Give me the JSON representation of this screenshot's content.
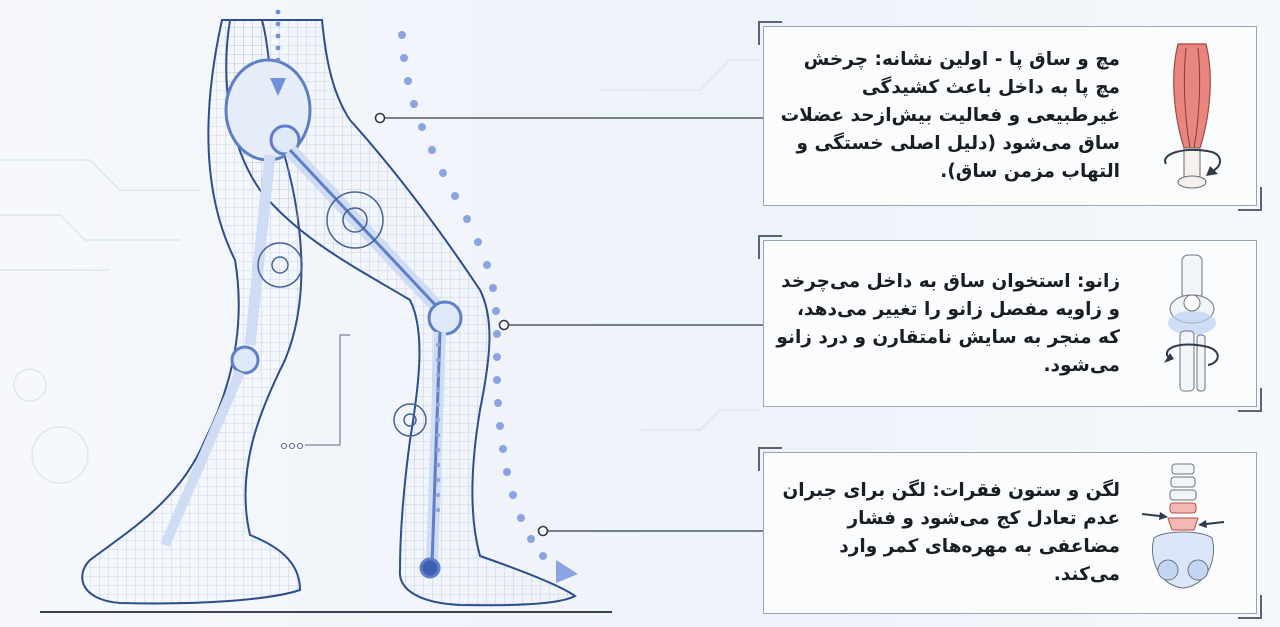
{
  "callouts": [
    {
      "text": "مچ و ساق پا - اولین نشانه: چرخش مچ پا به داخل باعث کشیدگی غیرطبیعی و فعالیت بیش‌ازحد عضلات ساق می‌شود (دلیل اصلی خستگی و التهاب مزمن ساق).",
      "icon": "calf-muscle-icon"
    },
    {
      "text": "زانو: استخوان ساق به داخل می‌چرخد و زاویه مفصل زانو را تغییر می‌دهد، که منجر به سایش نامتقارن و درد زانو می‌شود.",
      "icon": "knee-joint-icon"
    },
    {
      "text": "لگن و ستون فقرات: لگن برای جبران عدم تعادل کج می‌شود و فشار مضاعفی به مهره‌های کمر وارد می‌کند.",
      "icon": "pelvis-spine-icon"
    }
  ],
  "colors": {
    "accent_blue": "#6f8fd8",
    "line_dark": "#2f3a4c",
    "muscle_red": "#d9574f"
  }
}
